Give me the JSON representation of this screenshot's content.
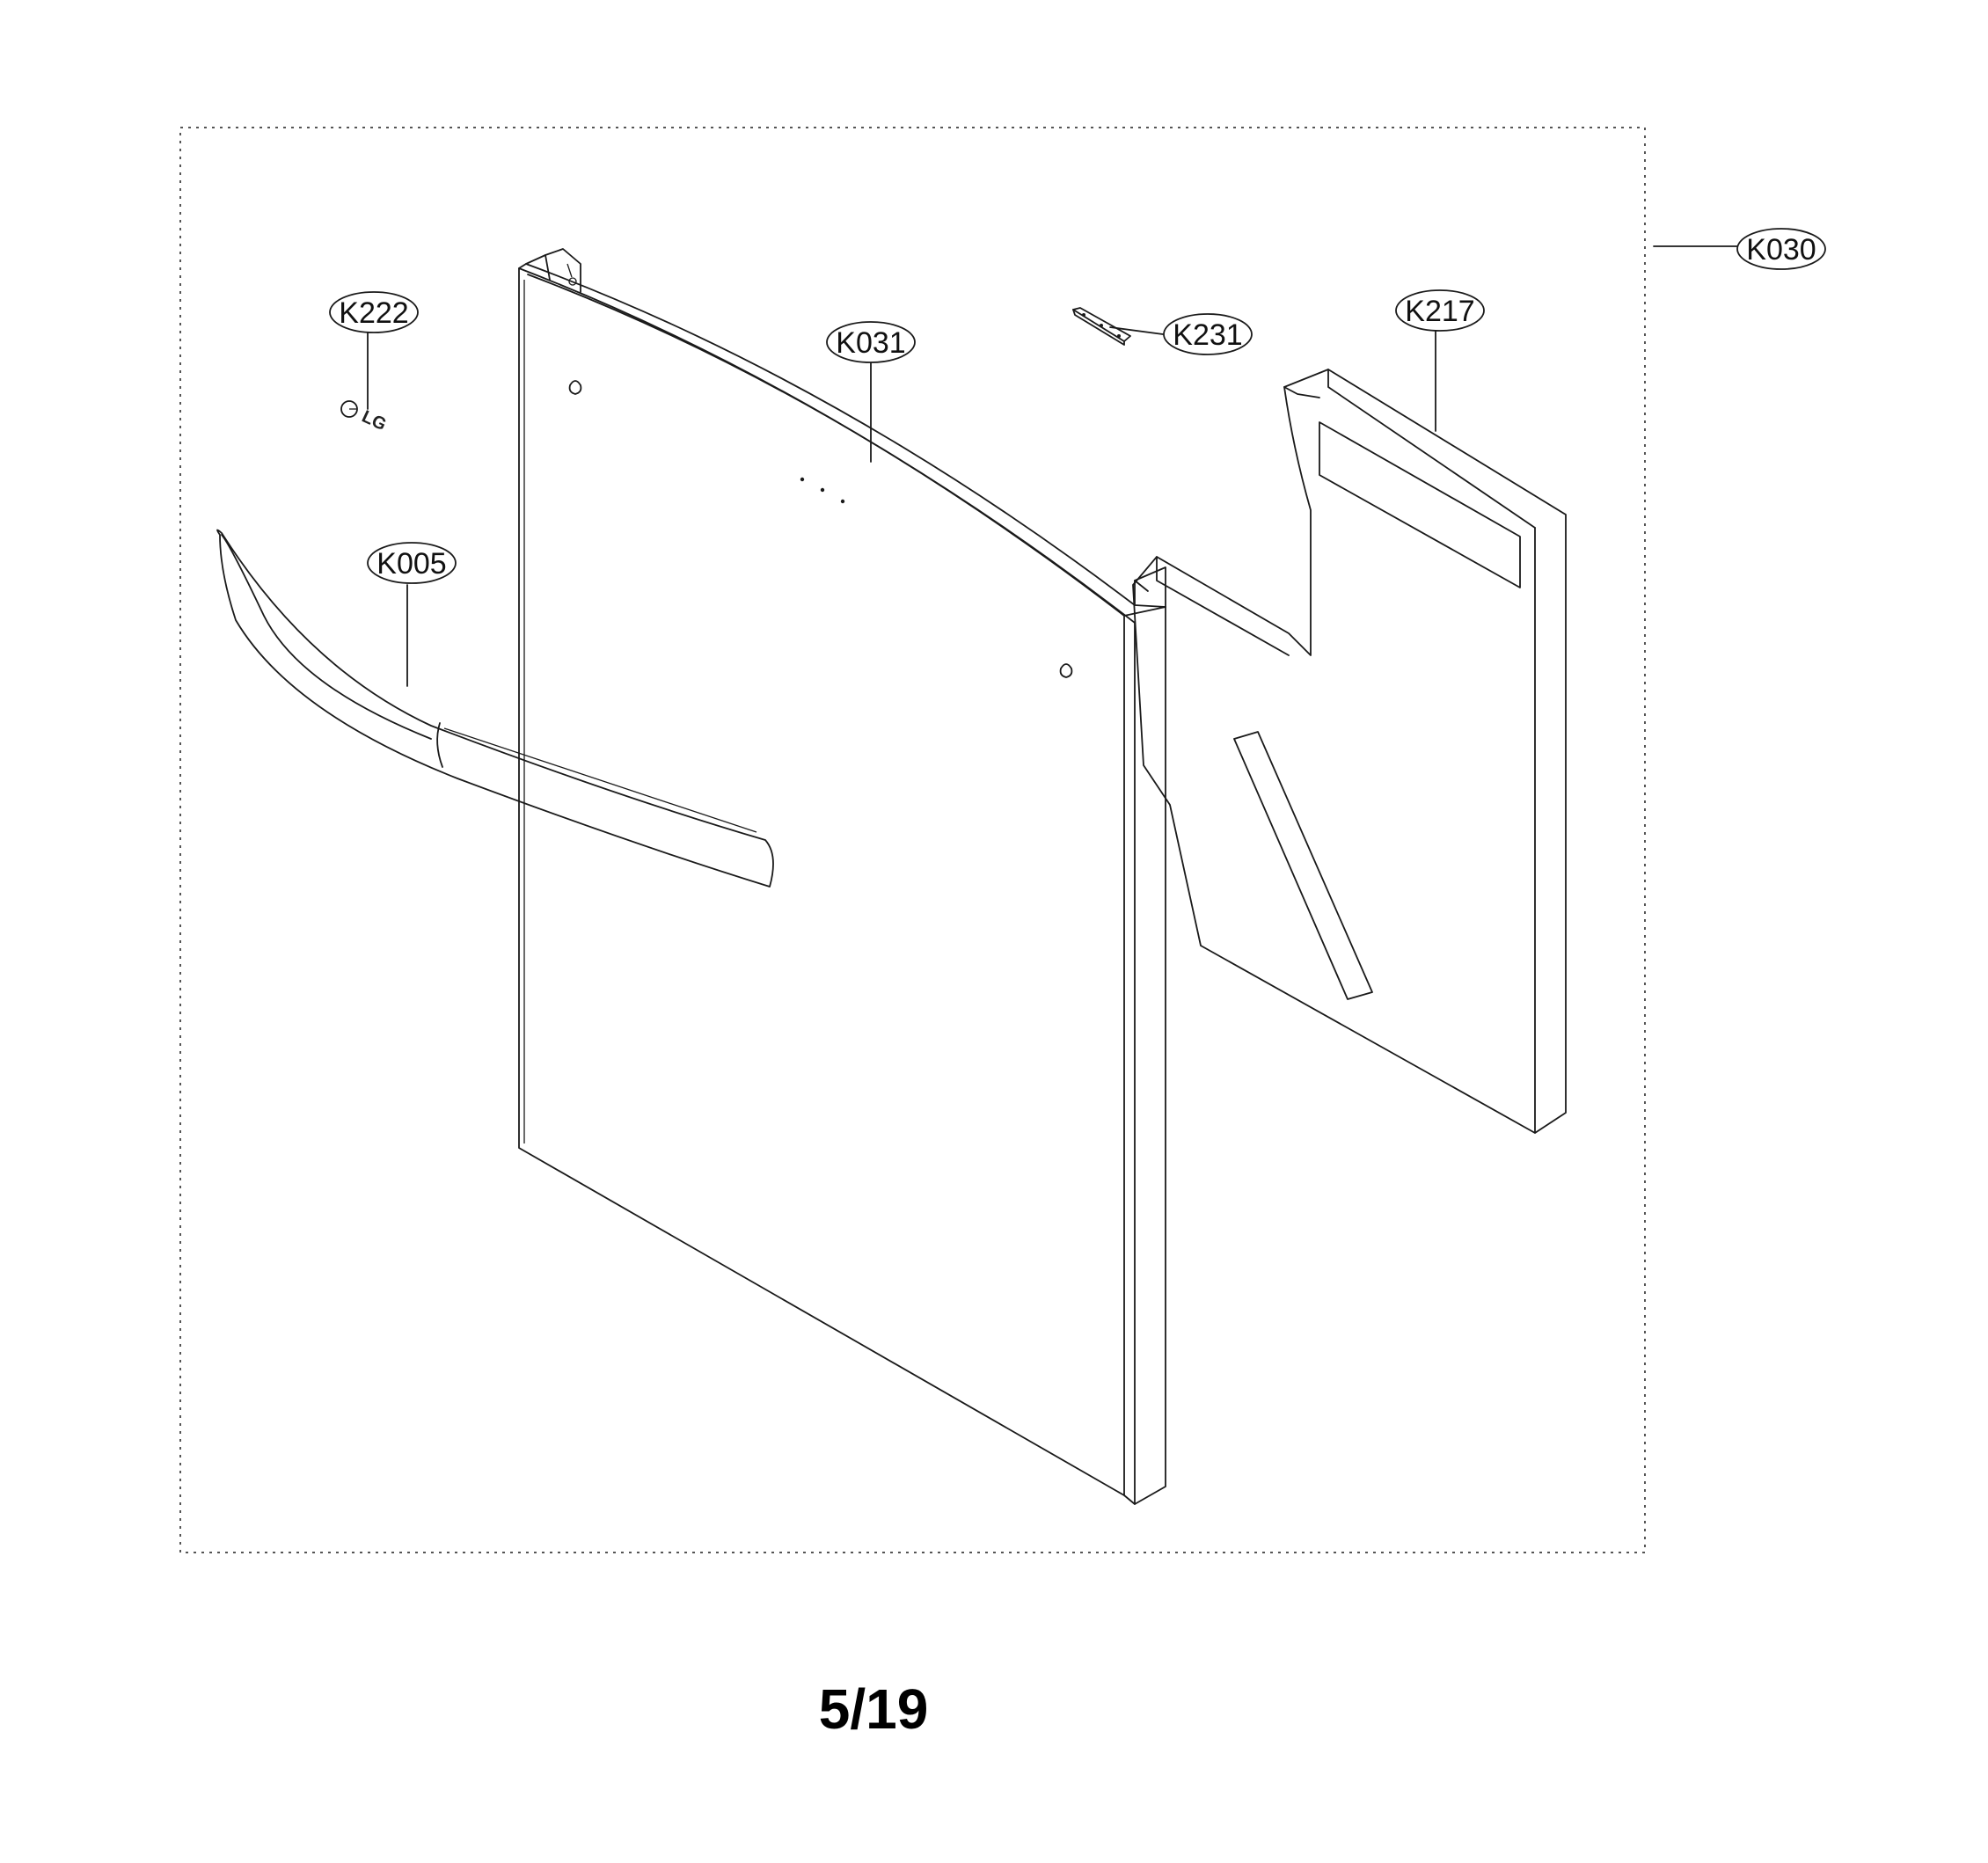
{
  "parts": {
    "K030": "K030",
    "K222": "K222",
    "K031": "K031",
    "K231": "K231",
    "K217": "K217",
    "K005": "K005"
  },
  "logo_text": "LG",
  "page_number": "5/19"
}
